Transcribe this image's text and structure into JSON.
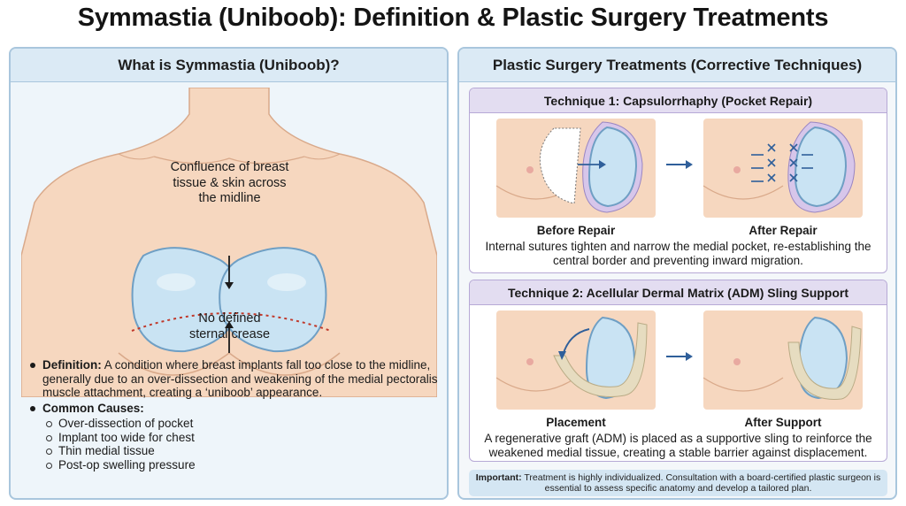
{
  "title": "Symmastia (Uniboob): Definition & Plastic Surgery Treatments",
  "left_panel": {
    "header": "What is Symmastia (Uniboob)?",
    "callout_top": [
      "Confluence of breast",
      "tissue & skin across",
      "the midline"
    ],
    "callout_bottom": [
      "No defined",
      "sternal crease"
    ],
    "definition_label": "Definition:",
    "definition_text": " A condition where breast implants fall too close to the midline, generally due to an over-dissection and weakening of the medial pectoralis muscle attachment, creating a ‘uniboob’ appearance.",
    "causes_label": "Common Causes:",
    "causes": [
      "Over-dissection of pocket",
      "Implant too wide for chest",
      "Thin medial tissue",
      "Post-op swelling pressure"
    ]
  },
  "right_panel": {
    "header": "Plastic Surgery Treatments (Corrective Techniques)",
    "technique1": {
      "title": "Technique 1: Capsulorrhaphy (Pocket Repair)",
      "before_label": "Before Repair",
      "after_label": "After Repair",
      "description": "Internal sutures tighten and narrow the medial pocket, re-establishing the central border and preventing inward migration."
    },
    "technique2": {
      "title": "Technique 2: Acellular Dermal Matrix (ADM) Sling Support",
      "before_label": "Placement",
      "after_label": "After Support",
      "description": "A regenerative graft (ADM) is placed as a supportive sling to reinforce the weakened medial tissue, creating a stable barrier against displacement."
    },
    "note_label": "Important:",
    "note_text": " Treatment is highly individualized. Consultation with a board-certified plastic surgeon is essential to assess specific anatomy and develop a tailored plan."
  },
  "colors": {
    "skin": "#f6d7bf",
    "skin_line": "#d9a98a",
    "implant": "#c9e3f3",
    "implant_line": "#6f9fc4",
    "arrow": "#2f5f9a",
    "dotted": "#c0392b",
    "purple": "#b7a9d6"
  }
}
